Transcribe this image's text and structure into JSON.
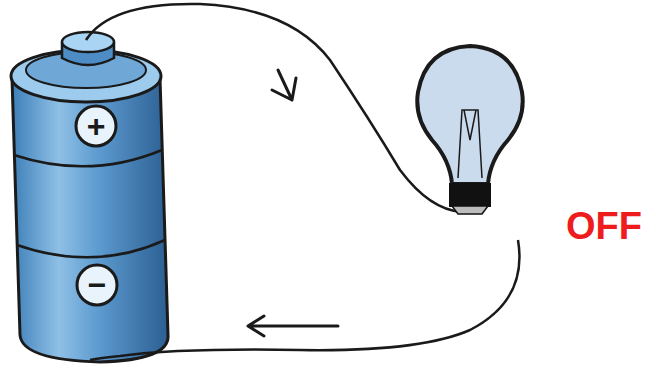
{
  "diagram": {
    "labels": [
      "+",
      "−",
      "OFF"
    ]
  }
}
